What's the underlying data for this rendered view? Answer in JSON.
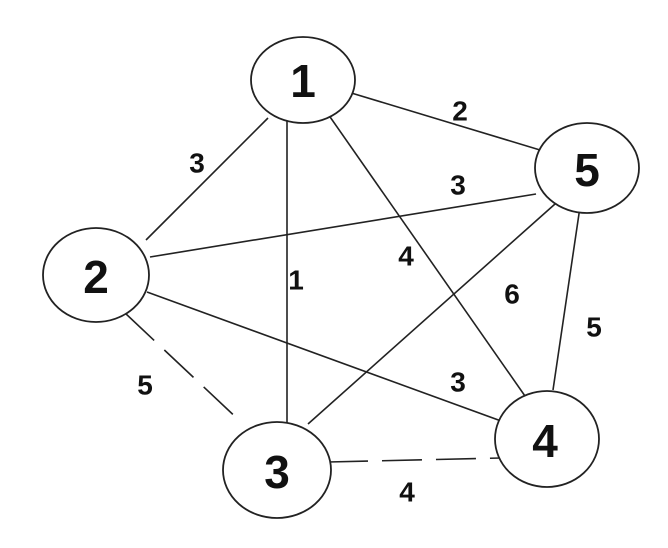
{
  "graph": {
    "nodes": [
      {
        "id": "1",
        "label": "1"
      },
      {
        "id": "2",
        "label": "2"
      },
      {
        "id": "3",
        "label": "3"
      },
      {
        "id": "4",
        "label": "4"
      },
      {
        "id": "5",
        "label": "5"
      }
    ],
    "edges": [
      {
        "from": "1",
        "to": "5",
        "weight": "2"
      },
      {
        "from": "1",
        "to": "2",
        "weight": "3"
      },
      {
        "from": "2",
        "to": "5",
        "weight": "3"
      },
      {
        "from": "1",
        "to": "3",
        "weight": "1"
      },
      {
        "from": "1",
        "to": "4",
        "weight": "4"
      },
      {
        "from": "3",
        "to": "5",
        "weight": "6"
      },
      {
        "from": "4",
        "to": "5",
        "weight": "5"
      },
      {
        "from": "2",
        "to": "3",
        "weight": "5"
      },
      {
        "from": "2",
        "to": "4",
        "weight": "3"
      },
      {
        "from": "3",
        "to": "4",
        "weight": "4"
      }
    ]
  }
}
